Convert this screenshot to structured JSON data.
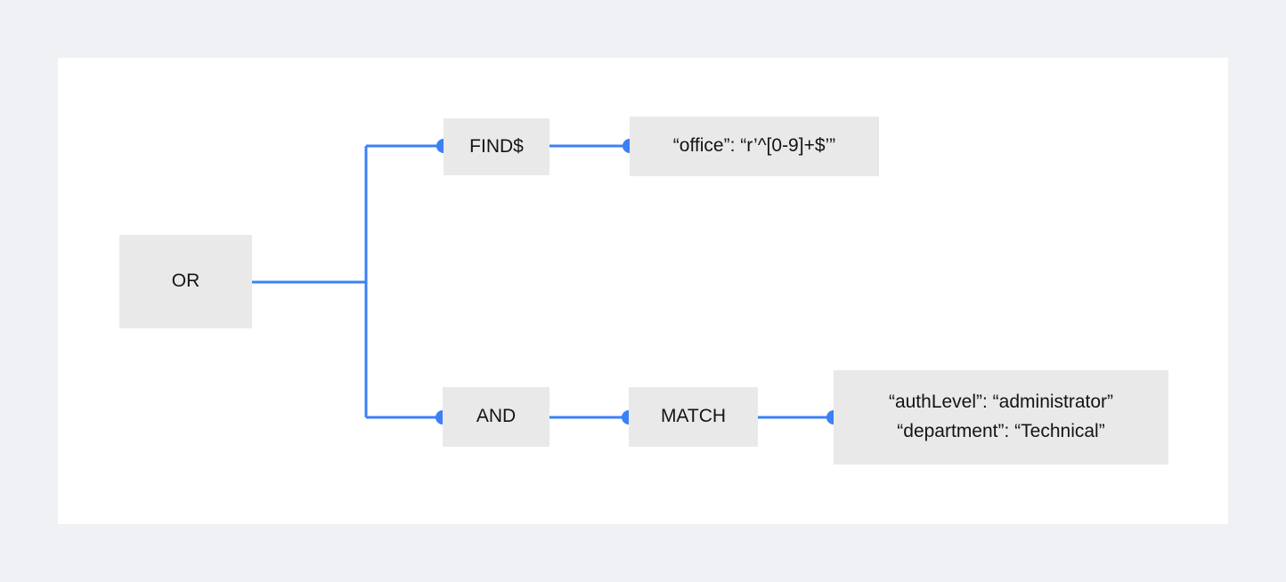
{
  "colors": {
    "bg": "#eff1f5",
    "canvas": "#ffffff",
    "node-fill": "#e9e9e9",
    "accent": "#3b80f5",
    "text": "#141414"
  },
  "diagram": {
    "nodes": {
      "or": {
        "label": "OR",
        "type": "operator"
      },
      "find": {
        "label": "FIND$",
        "type": "operator"
      },
      "find_value": {
        "label": "“office”: “r’^[0-9]+$’”",
        "type": "value"
      },
      "and": {
        "label": "AND",
        "type": "operator"
      },
      "match": {
        "label": "MATCH",
        "type": "operator"
      },
      "match_value": {
        "type": "value",
        "line1": "“authLevel”: “administrator”",
        "line2": "“department”: “Technical”"
      }
    },
    "edges": [
      {
        "from": "or",
        "to": "find"
      },
      {
        "from": "or",
        "to": "and"
      },
      {
        "from": "find",
        "to": "find_value"
      },
      {
        "from": "and",
        "to": "match"
      },
      {
        "from": "match",
        "to": "match_value"
      }
    ]
  }
}
